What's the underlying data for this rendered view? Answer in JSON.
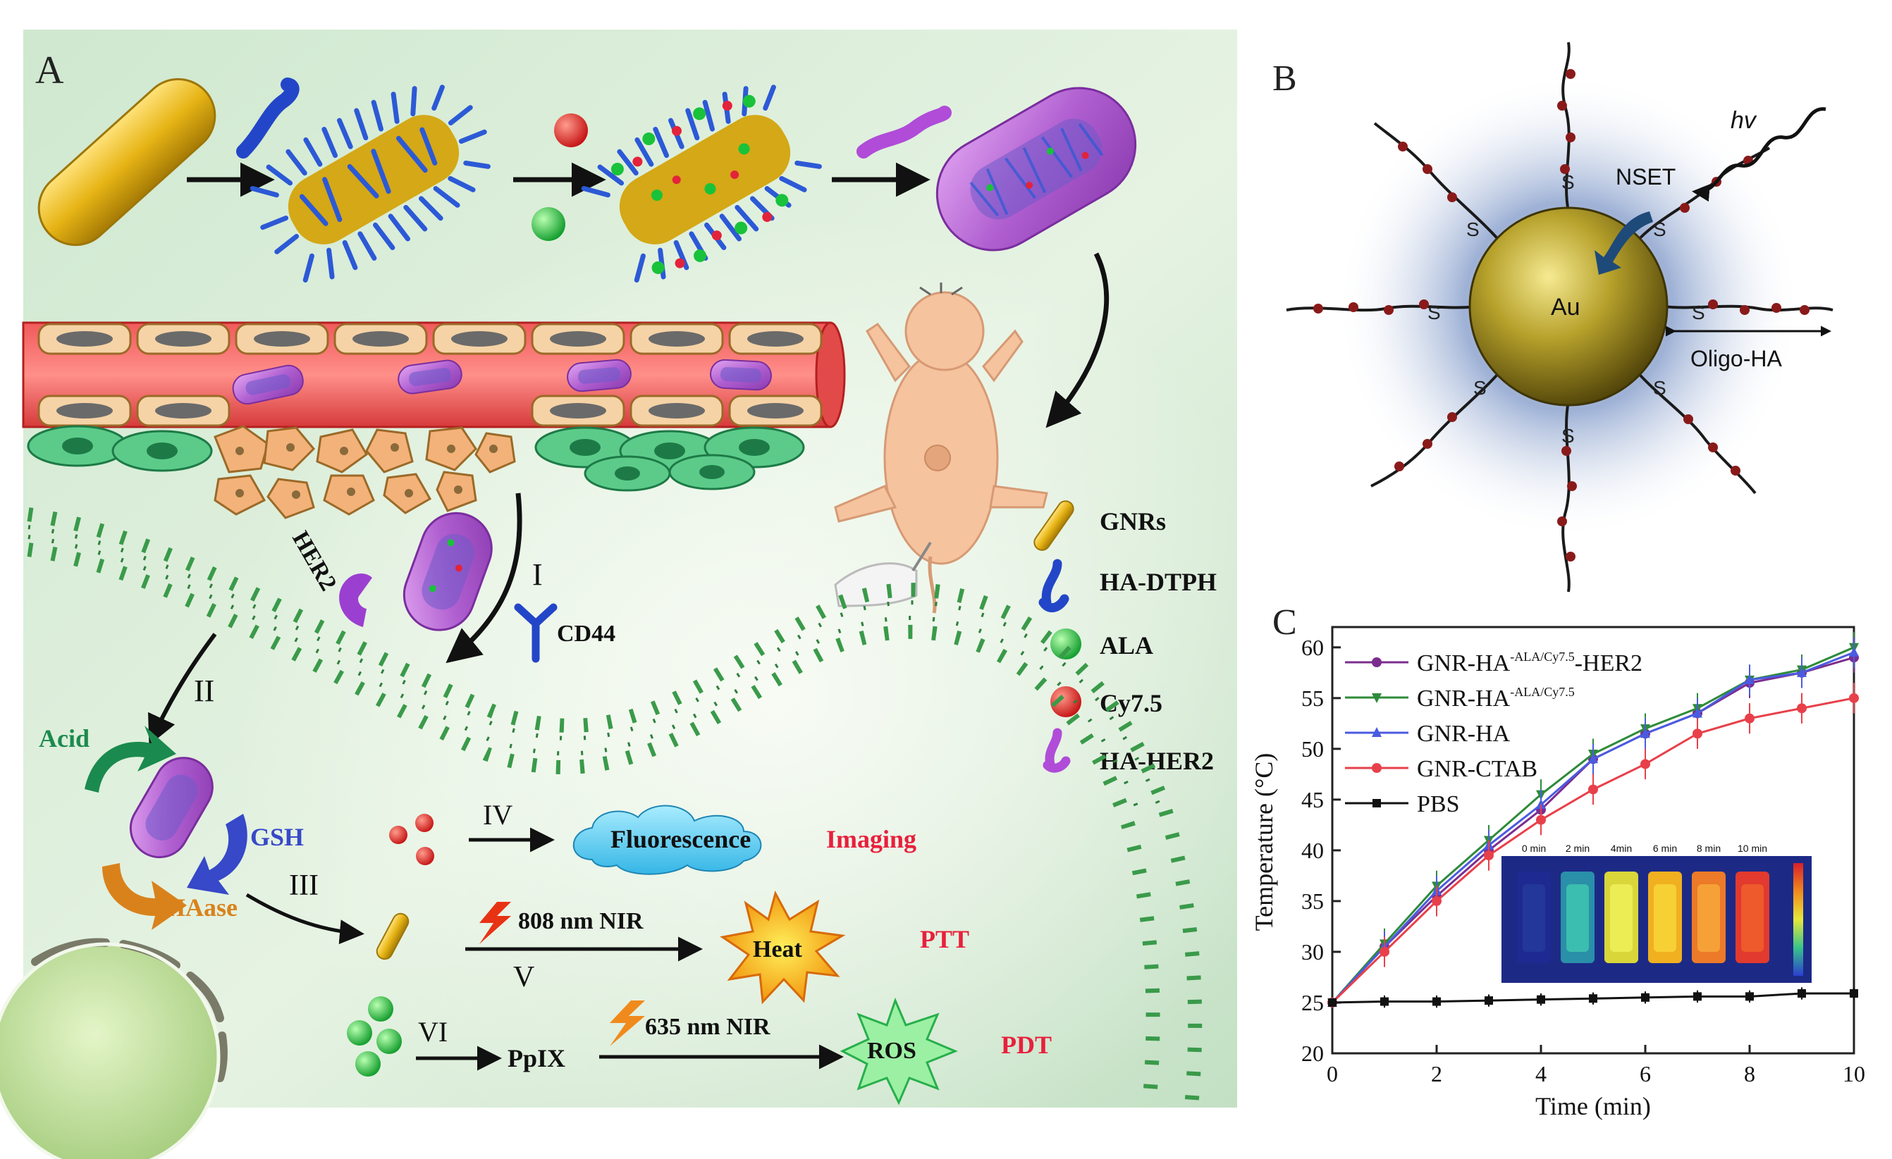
{
  "panel_labels": {
    "a": "A",
    "b": "B",
    "c": "C"
  },
  "panel_a": {
    "legend": [
      "GNRs",
      "HA-DTPH",
      "ALA",
      "Cy7.5",
      "HA-HER2"
    ],
    "receptors": {
      "her2": "HER2",
      "cd44": "CD44"
    },
    "steps": {
      "i": "I",
      "ii": "II",
      "iii": "III",
      "iv": "IV",
      "v": "V",
      "vi": "VI"
    },
    "stimuli": {
      "acid": "Acid",
      "gsh": "GSH",
      "haase": "HAase"
    },
    "outputs": {
      "fluorescence": "Fluorescence",
      "imaging": "Imaging",
      "nir808": "808 nm NIR",
      "heat": "Heat",
      "ptt": "PTT",
      "ppix": "PpIX",
      "nir635": "635 nm NIR",
      "ros": "ROS",
      "pdt": "PDT"
    }
  },
  "panel_b": {
    "core": "Au",
    "thiol": "S",
    "nset": "NSET",
    "hv": "hv",
    "oligo": "Oligo-HA"
  },
  "chart_data": {
    "type": "line",
    "xlabel": "Time (min)",
    "ylabel": "Temperature (°C)",
    "xlim": [
      0,
      10
    ],
    "ylim": [
      20,
      62
    ],
    "x_ticks": [
      0,
      2,
      4,
      6,
      8,
      10
    ],
    "y_ticks": [
      20,
      25,
      30,
      35,
      40,
      45,
      50,
      55,
      60
    ],
    "legend_position": "top-left",
    "x": [
      0,
      1,
      2,
      3,
      4,
      5,
      6,
      7,
      8,
      9,
      10
    ],
    "series": [
      {
        "name": "GNR-HA",
        "sup": "-ALA/Cy7.5",
        "suffix": "-HER2",
        "color": "#7b2d8e",
        "marker": "circle",
        "values": [
          25,
          30.5,
          35.5,
          40,
          44,
          49,
          51.5,
          53.5,
          56.5,
          57.5,
          59
        ]
      },
      {
        "name": "GNR-HA",
        "sup": "-ALA/Cy7.5",
        "suffix": "",
        "color": "#2e8b3a",
        "marker": "triangle-down",
        "values": [
          25,
          30.8,
          36.5,
          41,
          45.5,
          49.5,
          52,
          54,
          56.8,
          57.8,
          60
        ]
      },
      {
        "name": "GNR-HA",
        "sup": "",
        "suffix": "",
        "color": "#4a5be0",
        "marker": "triangle-up",
        "values": [
          25,
          30.5,
          36,
          40.5,
          44.5,
          49,
          51.5,
          53.5,
          56.8,
          57.5,
          59.5
        ]
      },
      {
        "name": "GNR-CTAB",
        "sup": "",
        "suffix": "",
        "color": "#e8404a",
        "marker": "circle",
        "values": [
          25,
          30,
          35,
          39.5,
          43,
          46,
          48.5,
          51.5,
          53,
          54,
          55
        ]
      },
      {
        "name": "PBS",
        "sup": "",
        "suffix": "",
        "color": "#111111",
        "marker": "square",
        "values": [
          25,
          25.1,
          25.1,
          25.2,
          25.3,
          25.4,
          25.5,
          25.6,
          25.6,
          25.9,
          25.9
        ]
      }
    ],
    "error_bar": 1.5,
    "inset": {
      "labels": [
        "0 min",
        "2 min",
        "4min",
        "6 min",
        "8 min",
        "10 min"
      ],
      "levels": [
        0.0,
        0.3,
        0.55,
        0.7,
        0.82,
        0.95
      ]
    }
  }
}
